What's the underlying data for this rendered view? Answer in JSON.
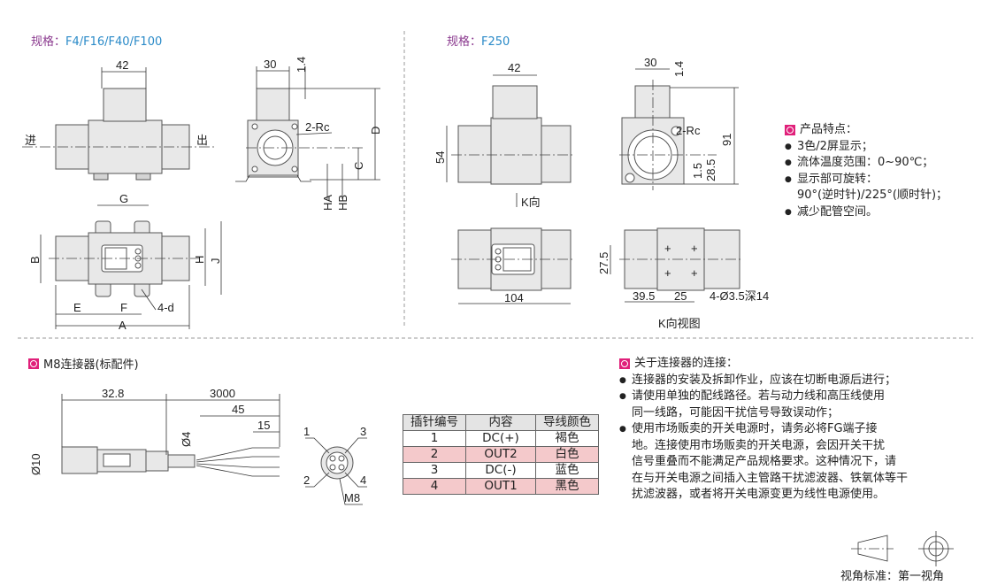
{
  "left_spec": {
    "label": "规格：",
    "models": "F4/F16/F40/F100"
  },
  "right_spec": {
    "label": "规格：",
    "models": "F250"
  },
  "left_dims": {
    "w42": "42",
    "w30": "30",
    "t14": "1.4",
    "rc": "2-Rc",
    "D": "D",
    "C": "C",
    "HA": "HA",
    "HB": "HB",
    "G": "G",
    "B": "B",
    "H": "H",
    "J": "J",
    "E": "E",
    "F": "F",
    "A": "A",
    "d": "4-d",
    "in": "进",
    "out": "出"
  },
  "right_dims": {
    "w42": "42",
    "w30": "30",
    "t14": "1.4",
    "rc": "2-Rc",
    "h91": "91",
    "h54": "54",
    "h15": "1.5",
    "h285": "28.5",
    "k_dir": "K向",
    "w104": "104",
    "h275": "27.5",
    "w395": "39.5",
    "w25": "25",
    "holes": "4-Ø3.5深14",
    "k_view": "K向视图"
  },
  "features": {
    "title": "产品特点：",
    "items": [
      "3色/2屏显示；",
      "流体温度范围：0~90℃；",
      "显示部可旋转：",
      "90°(逆时针)/225°(顺时针)；",
      "减少配管空间。"
    ]
  },
  "connector": {
    "title": "M8连接器(标配件)",
    "dims": {
      "l328": "32.8",
      "l3000": "3000",
      "l45": "45",
      "l15": "15",
      "d10": "Ø10",
      "d4": "Ø4"
    },
    "pins": {
      "p1": "1",
      "p2": "2",
      "p3": "3",
      "p4": "4",
      "m8": "M8"
    }
  },
  "pin_table": {
    "headers": [
      "插针编号",
      "内容",
      "导线颜色"
    ],
    "rows": [
      [
        "1",
        "DC(+)",
        "褐色"
      ],
      [
        "2",
        "OUT2",
        "白色"
      ],
      [
        "3",
        "DC(-)",
        "蓝色"
      ],
      [
        "4",
        "OUT1",
        "黑色"
      ]
    ]
  },
  "notes": {
    "title": "关于连接器的连接：",
    "items": [
      "连接器的安装及拆卸作业，应该在切断电源后进行；",
      "请使用单独的配线路径。若与动力线和高压线使用",
      "同一线路，可能因干扰信号导致误动作；",
      "使用市场贩卖的开关电源时，请务必将FG端子接",
      "地。连接使用市场贩卖的开关电源，会因开关干扰",
      "信号重叠而不能满足产品规格要求。这种情况下，请",
      "在与开关电源之间插入主管路干扰滤波器、铁氧体等干",
      "扰滤波器，或者将开关电源变更为线性电源使用。"
    ]
  },
  "view_standard": "视角标准：第一视角",
  "colors": {
    "spec_label": "#8b3a8f",
    "spec_value": "#2a8ac8",
    "marker": "#e0207a",
    "row_highlight": "#f4c9cb"
  }
}
